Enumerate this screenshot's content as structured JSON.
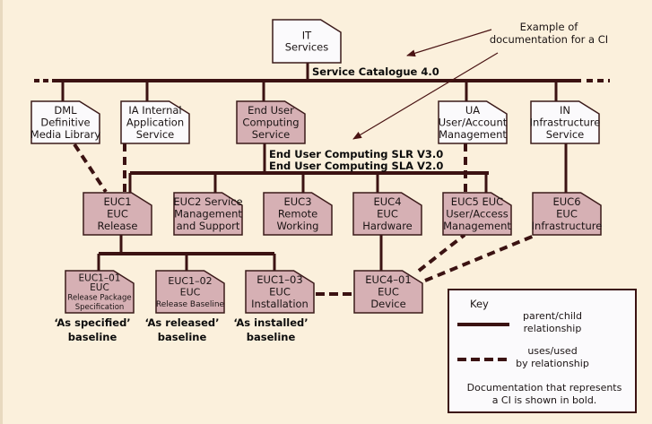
{
  "annotation": {
    "text_lines": [
      "Example of",
      "documentation for a CI"
    ]
  },
  "service_catalogue_label": "Service Catalogue 4.0",
  "euc_docs": {
    "line1": "End User Computing SLR V3.0",
    "line2": "End User Computing SLA V2.0"
  },
  "colors": {
    "background": "#fbf0dc",
    "line": "#3b1212",
    "doc_fill_white": "#fbfafc",
    "doc_fill_ci": "#d6b0b4",
    "doc_border": "#3b1a1a"
  },
  "nodes": {
    "it_services": {
      "lines": [
        "IT",
        "Services"
      ],
      "style": "white"
    },
    "dml": {
      "lines": [
        "DML",
        "Definitive",
        "Media Library"
      ],
      "style": "white"
    },
    "ia": {
      "lines": [
        "IA Internal",
        "Application",
        "Service"
      ],
      "style": "white"
    },
    "euc_service": {
      "lines": [
        "End User",
        "Computing",
        "Service"
      ],
      "style": "ci"
    },
    "ua": {
      "lines": [
        "UA",
        "User/Account",
        "Management"
      ],
      "style": "white"
    },
    "in": {
      "lines": [
        "IN",
        "Infrastructure",
        "Service"
      ],
      "style": "white"
    },
    "euc1": {
      "lines": [
        "EUC1",
        "EUC",
        "Release"
      ],
      "style": "ci"
    },
    "euc2": {
      "lines": [
        "EUC2 Service",
        "Management",
        "and Support"
      ],
      "style": "ci"
    },
    "euc3": {
      "lines": [
        "EUC3",
        "Remote",
        "Working"
      ],
      "style": "ci"
    },
    "euc4": {
      "lines": [
        "EUC4",
        "EUC",
        "Hardware"
      ],
      "style": "ci"
    },
    "euc5": {
      "lines": [
        "EUC5 EUC",
        "User/Access",
        "Management"
      ],
      "style": "ci"
    },
    "euc6": {
      "lines": [
        "EUC6",
        "EUC",
        "Infrastructure"
      ],
      "style": "ci"
    },
    "euc1_01": {
      "lines": [
        "EUC1–01",
        "EUC",
        "Release Package",
        "Specification"
      ],
      "style": "ci"
    },
    "euc1_02": {
      "lines": [
        "EUC1–02",
        "EUC",
        "Release Baseline"
      ],
      "style": "ci"
    },
    "euc1_03": {
      "lines": [
        "EUC1–03",
        "EUC",
        "Installation"
      ],
      "style": "ci"
    },
    "euc4_01": {
      "lines": [
        "EUC4–01",
        "EUC",
        "Device"
      ],
      "style": "ci"
    }
  },
  "baselines": {
    "specified": [
      "‘As specified’",
      "baseline"
    ],
    "released": [
      "‘As released’",
      "baseline"
    ],
    "installed": [
      "‘As installed’",
      "baseline"
    ]
  },
  "key": {
    "title": "Key",
    "parent_child": [
      "parent/child",
      "relationship"
    ],
    "uses": [
      "uses/used",
      "by relationship"
    ],
    "note": [
      "Documentation that represents",
      "a CI is shown in bold."
    ]
  }
}
